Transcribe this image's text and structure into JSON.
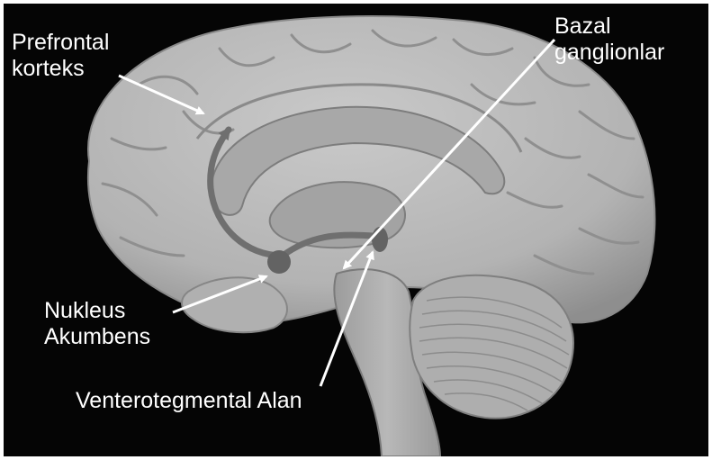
{
  "labels": {
    "prefrontal": [
      "Prefrontal",
      "korteks"
    ],
    "bazal": [
      "Bazal",
      "ganglionlar"
    ],
    "nukleus": [
      "Nukleus",
      "Akumbens"
    ],
    "vta": [
      "Venterotegmental Alan"
    ]
  },
  "colors": {
    "background": "#050505",
    "brain": "#b9b9b9",
    "pathway": "#6f6f6f",
    "label": "#ffffff"
  }
}
